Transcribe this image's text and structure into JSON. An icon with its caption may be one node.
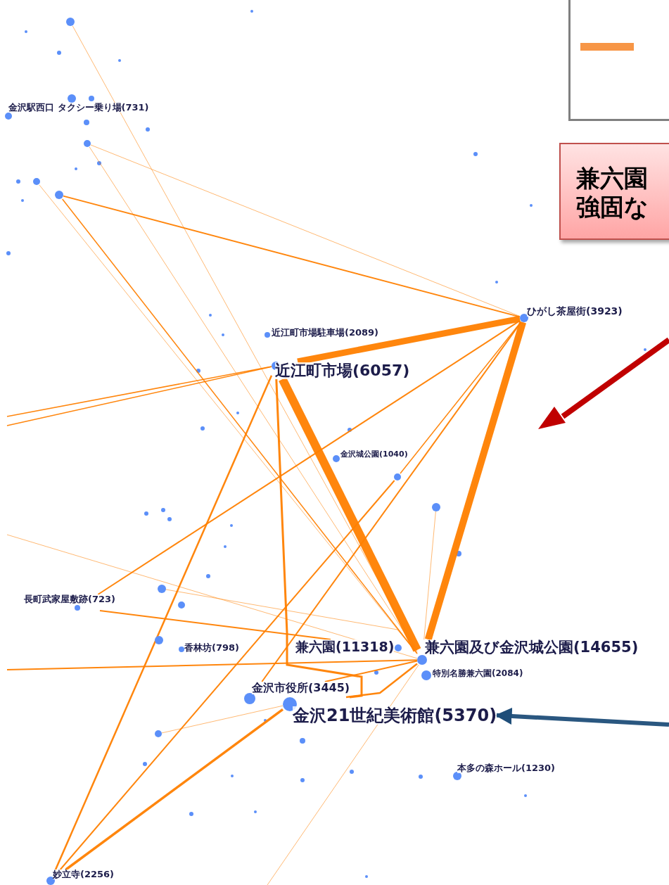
{
  "diagram": {
    "nodes": [
      {
        "text": [],
        "shape": "circle"
      },
      {
        "text": [
          "金沢駅西口 タクシー乗り場(731)"
        ]
      },
      {
        "text": [],
        "shape": "circle"
      },
      {
        "text": [],
        "shape": "circle"
      },
      {
        "text": [],
        "shape": "circle"
      },
      {
        "text": [
          "ひがし茶屋街(3923)"
        ]
      },
      {
        "text": [
          "近江町市場駐車場(2089)"
        ]
      },
      {
        "text": [
          "近江町市場(6057)"
        ]
      },
      {
        "text": [],
        "shape": "circle"
      },
      {
        "text": [],
        "shape": "circle"
      },
      {
        "text": [
          "金沢城公園(1040)"
        ]
      },
      {
        "text": [],
        "shape": "circle"
      },
      {
        "text": [],
        "shape": "circle"
      },
      {
        "text": [
          "長町武家屋敷跡(723)"
        ]
      },
      {
        "text": [],
        "shape": "circle"
      },
      {
        "text": [
          "香林坊(798)"
        ]
      },
      {
        "text": [
          "兼六園(11318)"
        ]
      },
      {
        "text": [
          "兼六園及び金沢城公園(14655)"
        ]
      },
      {
        "text": [
          "特別名勝兼六園(2084)"
        ]
      },
      {
        "text": [
          "金沢市役所(3445)"
        ]
      },
      {
        "text": [
          "金沢21世紀美術館(5370)"
        ]
      },
      {
        "text": [],
        "shape": "circle"
      },
      {
        "text": [
          "本多の森ホール(1230)"
        ]
      },
      {
        "text": [
          "妙立寺(2256)"
        ]
      },
      {
        "text": [
          "兼六園",
          "強固な"
        ]
      }
    ],
    "edges": [
      {
        "from": 7,
        "to": 5,
        "arrow": "none",
        "style": "thick"
      },
      {
        "from": 7,
        "to": 17,
        "arrow": "none",
        "style": "thick"
      },
      {
        "from": 5,
        "to": 17,
        "arrow": "none",
        "style": "thick"
      },
      {
        "from": 7,
        "to": 20,
        "arrow": "none"
      },
      {
        "from": 5,
        "to": 13,
        "arrow": "none"
      },
      {
        "from": 2,
        "to": 5,
        "arrow": "none"
      },
      {
        "from": 4,
        "to": 5,
        "arrow": "none"
      },
      {
        "from": 5,
        "to": 8,
        "arrow": "none"
      },
      {
        "from": 5,
        "to": 19,
        "arrow": "none"
      },
      {
        "from": 5,
        "to": 17,
        "arrow": "none"
      },
      {
        "from": null,
        "to": 7,
        "arrow": "none"
      },
      {
        "from": null,
        "to": 7,
        "arrow": "none"
      },
      {
        "from": 7,
        "to": 23,
        "arrow": "none"
      },
      {
        "from": 8,
        "to": 23,
        "arrow": "none"
      },
      {
        "from": 20,
        "to": 23,
        "arrow": "none"
      },
      {
        "from": 13,
        "to": 16,
        "arrow": "none"
      },
      {
        "from": null,
        "to": 17,
        "arrow": "none"
      },
      {
        "from": 0,
        "to": 17,
        "arrow": "none"
      },
      {
        "from": 2,
        "to": 17,
        "arrow": "none"
      },
      {
        "from": 3,
        "to": 17,
        "arrow": "none"
      },
      {
        "from": 4,
        "to": 17,
        "arrow": "none"
      },
      {
        "from": 19,
        "to": 17,
        "arrow": "none"
      },
      {
        "from": 20,
        "to": 17,
        "arrow": "none"
      },
      {
        "from": 21,
        "to": 20,
        "arrow": "none"
      },
      {
        "from": 9,
        "to": 17,
        "arrow": "none"
      },
      {
        "from": 11,
        "to": 17,
        "arrow": "none"
      },
      {
        "from": 17,
        "to": null,
        "arrow": "none"
      },
      {
        "from": null,
        "to": 17,
        "arrow": "none"
      },
      {
        "from": null,
        "to": 20,
        "arrow": "to",
        "style": "thick",
        "color": "#1f4e79"
      }
    ]
  }
}
